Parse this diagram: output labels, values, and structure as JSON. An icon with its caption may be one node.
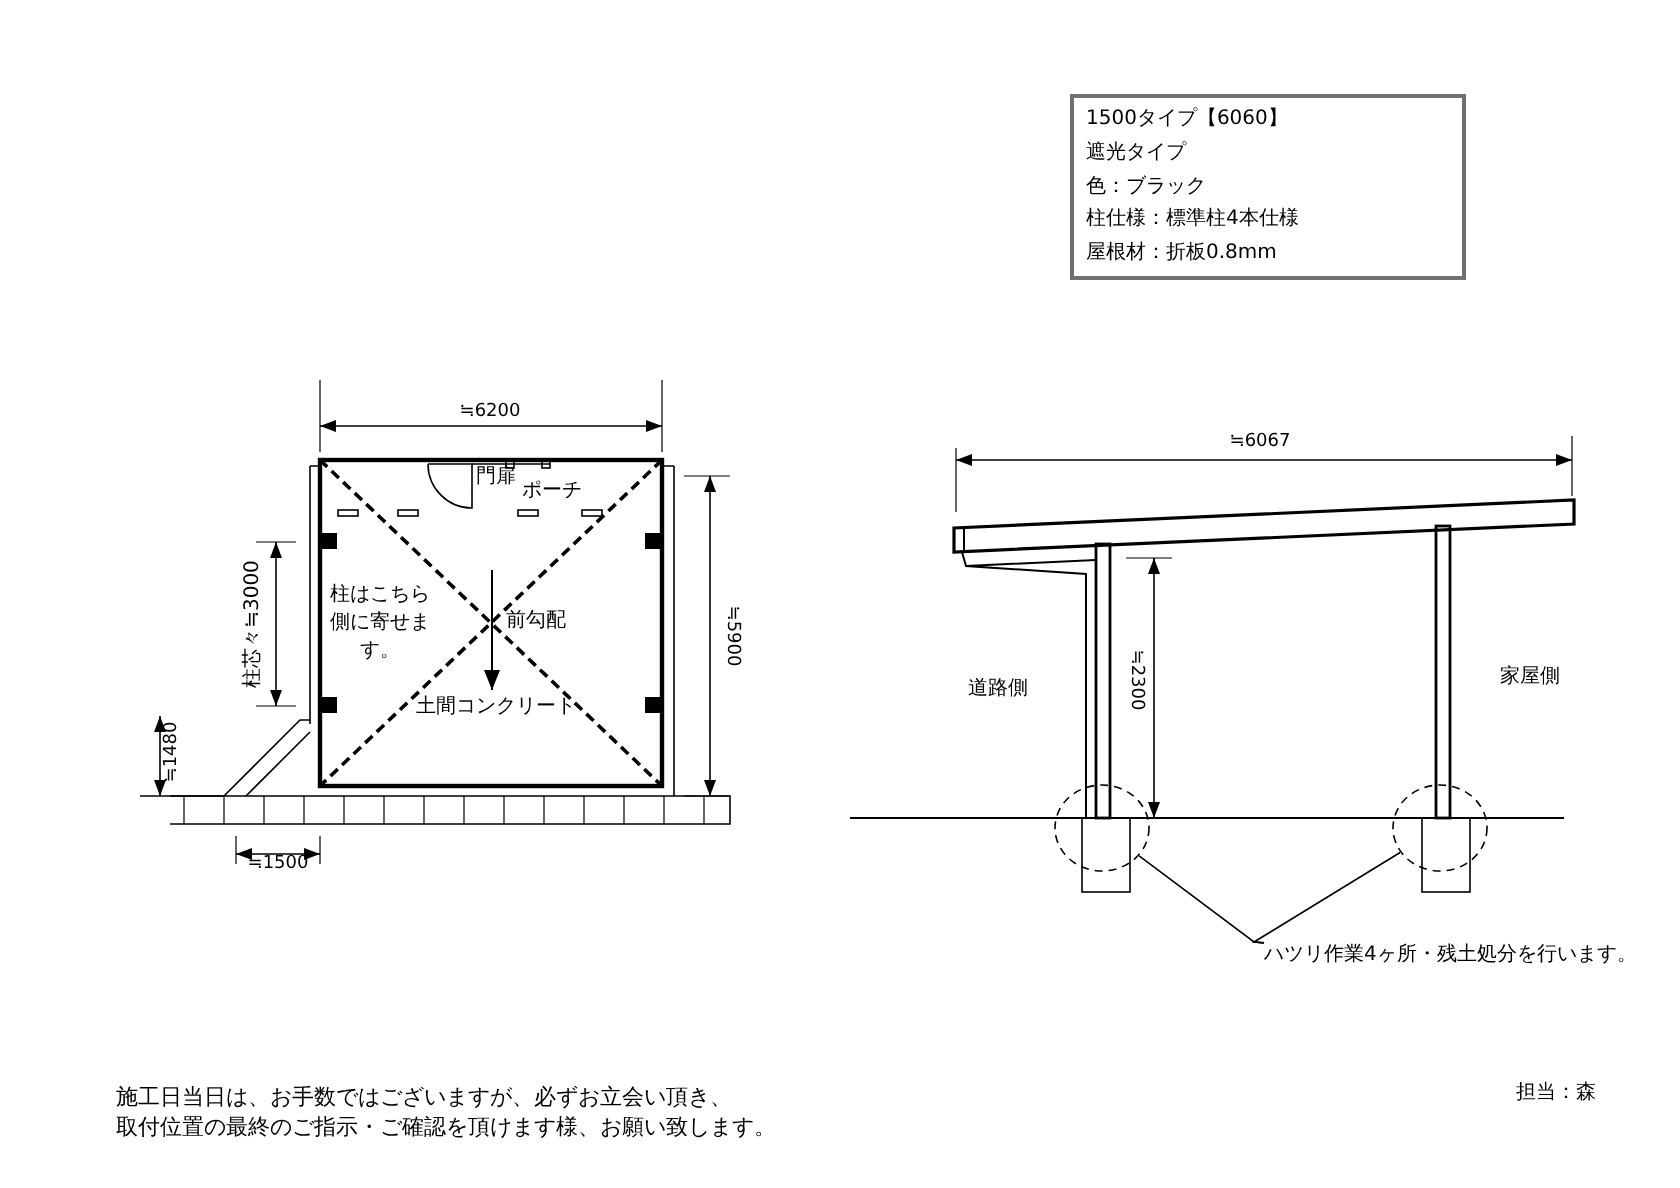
{
  "diagram": {
    "nodes": [
      {
        "text": [
          "1500タイプ【6060】",
          "遮光タイプ",
          "色：ブラック",
          "柱仕様：標準柱4本仕様",
          "屋根材：折板0.8mm"
        ]
      },
      {
        "text": [
          "ハツリ作業4ヶ所・残土処分を行います。"
        ]
      },
      {
        "text": [],
        "shape": "circle"
      },
      {
        "text": [],
        "shape": "circle"
      }
    ],
    "edges": [
      {
        "from": 1,
        "to": 2,
        "arrow": "none"
      },
      {
        "from": 1,
        "to": 3,
        "arrow": "none"
      }
    ],
    "labels": [
      "≒6200",
      "≒6067",
      "門扉",
      "ポーチ",
      "柱芯々≒3000",
      "柱はこちら側に寄せます。",
      "前勾配",
      "≒5900",
      "≒2300",
      "道路側",
      "家屋側",
      "土間コンクリート",
      "≒1480",
      "≒1500",
      "施工日当日は、お手数ではございますが、必ずお立会い頂き、",
      "取付位置の最終のご指示・ご確認を頂けます様、お願い致します。",
      "担当：森"
    ]
  }
}
